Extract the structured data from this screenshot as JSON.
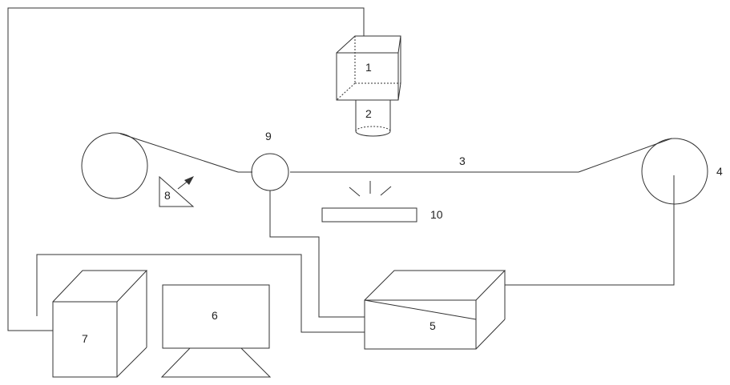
{
  "diagram": {
    "labels": {
      "camera_body": "1",
      "lens": "2",
      "wire": "3",
      "right_roller": "4",
      "controller_box": "5",
      "monitor": "6",
      "computer": "7",
      "sensor": "8",
      "guide_wheel": "9",
      "light_source": "10"
    },
    "colors": {
      "stroke": "#333333",
      "background": "#ffffff"
    }
  }
}
